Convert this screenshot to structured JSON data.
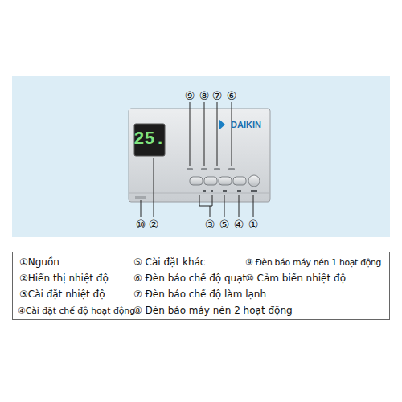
{
  "diagram": {
    "labels": [
      "25.",
      "DAIKIN",
      "⑨",
      "⑧",
      "⑦",
      "⑥",
      "⑩",
      "②",
      "③",
      "⑤",
      "④",
      "①",
      "①Nguồn",
      "②Hiển thị nhiệt độ",
      "③Cài đặt nhiệt độ",
      "④Cài đặt chế độ hoạt động",
      "⑤ Cài đặt khác",
      "⑥ Đèn báo chế độ quạt",
      "⑦ Đèn báo chế độ làm lạnh",
      "⑧ Đèn báo máy nén 2 hoạt động",
      "⑨ Đèn báo máy nén 1 hoạt động",
      "⑩ Cảm biến nhiệt độ"
    ]
  }
}
